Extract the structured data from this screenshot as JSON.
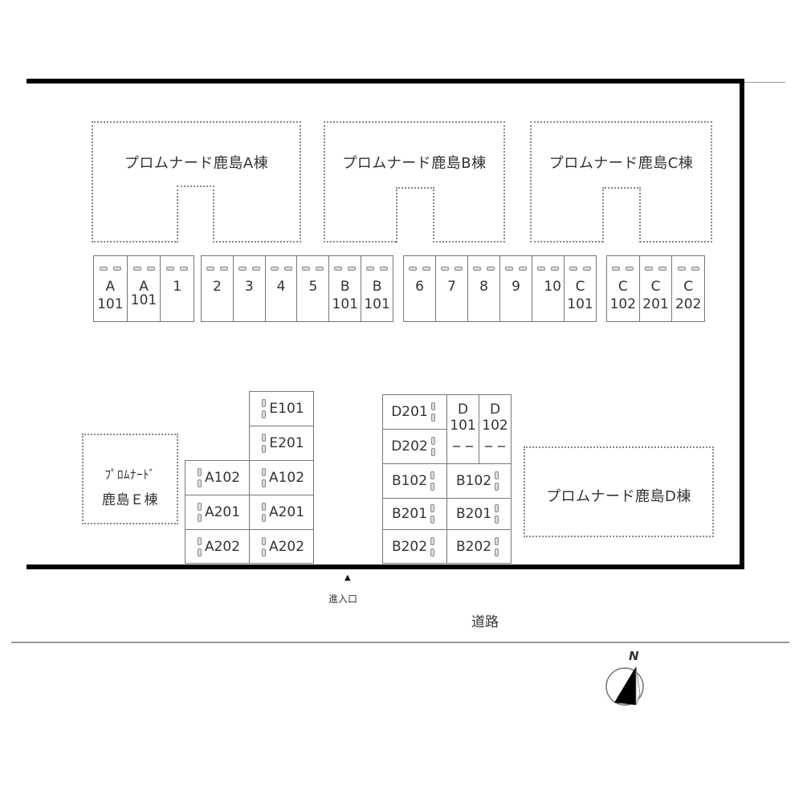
{
  "site_map": {
    "buildings": {
      "A": "プロムナード鹿島A棟",
      "B": "プロムナード鹿島B棟",
      "C": "プロムナード鹿島C棟",
      "D": "プロムナード鹿島D棟",
      "E_line1": "ﾌﾟﾛﾑﾅｰﾄﾞ",
      "E_line2": "鹿島Ｅ棟"
    },
    "parking_row_top": [
      {
        "block": 1,
        "spaces": [
          {
            "l1": "A",
            "l2": "101"
          },
          {
            "l1": "A",
            "l2": "101"
          },
          {
            "l1": "1",
            "l2": ""
          }
        ]
      },
      {
        "block": 2,
        "spaces": [
          {
            "l1": "2",
            "l2": ""
          },
          {
            "l1": "3",
            "l2": ""
          },
          {
            "l1": "4",
            "l2": ""
          },
          {
            "l1": "5",
            "l2": ""
          },
          {
            "l1": "B",
            "l2": "101"
          },
          {
            "l1": "B",
            "l2": "101"
          }
        ]
      },
      {
        "block": 3,
        "spaces": [
          {
            "l1": "6",
            "l2": ""
          },
          {
            "l1": "7",
            "l2": ""
          },
          {
            "l1": "8",
            "l2": ""
          },
          {
            "l1": "9",
            "l2": ""
          },
          {
            "l1": "10",
            "l2": ""
          },
          {
            "l1": "C",
            "l2": "101"
          }
        ]
      },
      {
        "block": 4,
        "spaces": [
          {
            "l1": "C",
            "l2": "102"
          },
          {
            "l1": "C",
            "l2": "201"
          },
          {
            "l1": "C",
            "l2": "202"
          }
        ]
      }
    ],
    "parking_left_grid": {
      "right_column": [
        "E101",
        "E201",
        "A102",
        "A201",
        "A202"
      ],
      "left_column": [
        "A102",
        "A201",
        "A202"
      ]
    },
    "parking_center_grid": {
      "left_column": [
        "D201",
        "D202",
        "B102",
        "B201",
        "B202"
      ],
      "D_spaces": [
        {
          "l1": "D",
          "l2": "101"
        },
        {
          "l1": "D",
          "l2": "102"
        }
      ],
      "right_column": [
        "B102",
        "B201",
        "B202"
      ]
    },
    "entrance": {
      "marker": "▲",
      "label": "進入口"
    },
    "road_label": "道路",
    "compass": {
      "label": "N"
    }
  }
}
